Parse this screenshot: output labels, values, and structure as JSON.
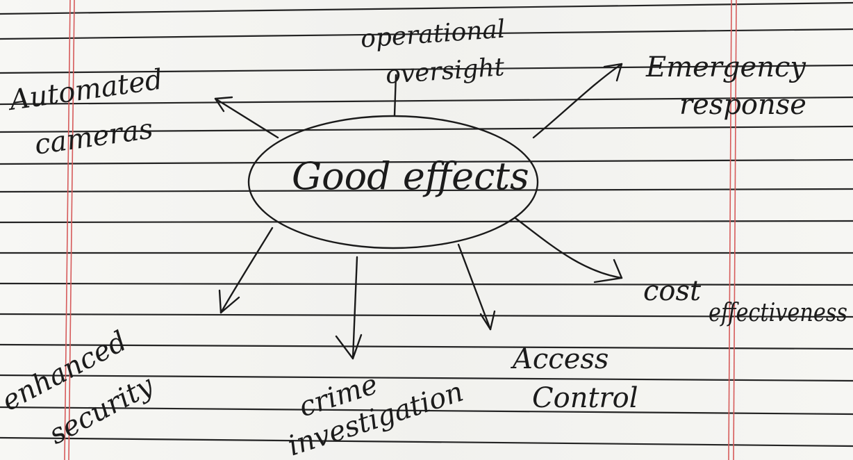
{
  "diagram": {
    "center_label": "Good effects",
    "nodes": {
      "automated_cameras": [
        "Automated",
        "cameras"
      ],
      "operational_oversight": [
        "operational",
        "oversight"
      ],
      "emergency_response": [
        "Emergency",
        "response"
      ],
      "cost_effectiveness": [
        "cost",
        "effectiveness"
      ],
      "access_control": [
        "Access",
        "Control"
      ],
      "crime_investigation": [
        "crime",
        "investigation"
      ],
      "enhanced_security": [
        "enhanced",
        "security"
      ]
    }
  },
  "colors": {
    "paper": "#f4f4f1",
    "rule_lines": "#242424",
    "margin_lines": "#d65a5a",
    "ink": "#1b1b1b"
  }
}
